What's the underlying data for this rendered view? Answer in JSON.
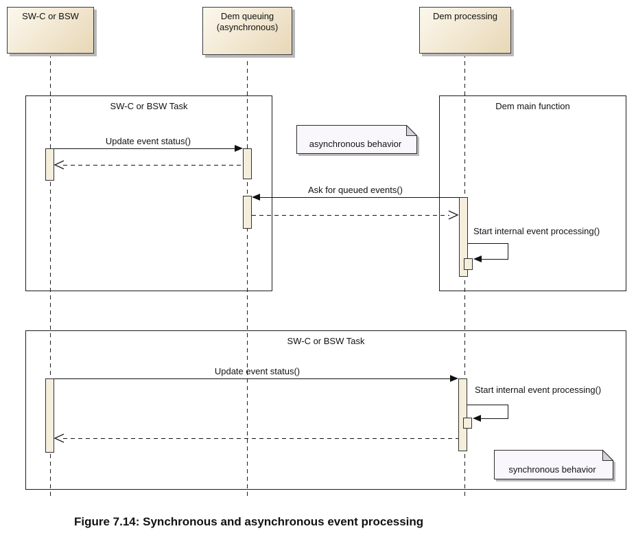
{
  "diagram": {
    "participants": [
      {
        "label": "SW-C or BSW"
      },
      {
        "label": "Dem queuing\n(asynchronous)"
      },
      {
        "label": "Dem processing"
      }
    ],
    "frames": [
      {
        "title": "SW-C or BSW Task"
      },
      {
        "title": "Dem main function"
      },
      {
        "title": "SW-C or BSW Task"
      }
    ],
    "messages": {
      "update_event_status_1": "Update event status()",
      "ask_for_queued_events": "Ask for queued events()",
      "start_internal_1": "Start internal event processing()",
      "update_event_status_2": "Update event status()",
      "start_internal_2": "Start internal event processing()"
    },
    "notes": [
      {
        "text": "asynchronous behavior"
      },
      {
        "text": "synchronous behavior"
      }
    ],
    "caption": "Figure 7.14: Synchronous and asynchronous event processing",
    "colors": {
      "participant_fill_light": "#fcf8ed",
      "participant_fill_dark": "#e8d7b7",
      "participant_border": "#3a3a40",
      "activation_fill": "#f6eedd",
      "note_fill": "#faf7fc",
      "note_fold": "#d6d2dc",
      "shadow": "#b9b9b9",
      "line": "#111111"
    }
  }
}
